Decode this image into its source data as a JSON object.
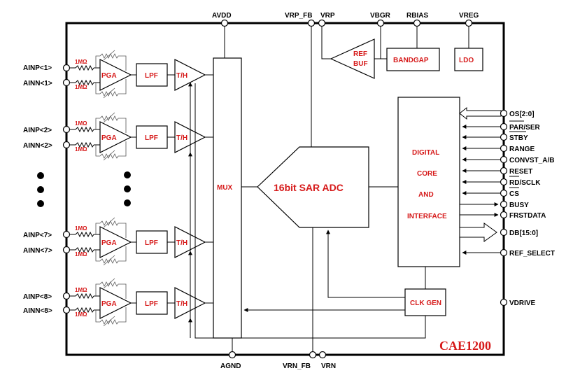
{
  "part_number": "CAE1200",
  "top_pins": {
    "avdd": "AVDD",
    "vrp_fb": "VRP_FB",
    "vrp": "VRP",
    "vbgr": "VBGR",
    "rbias": "RBIAS",
    "vreg": "VREG"
  },
  "bottom_pins": {
    "agnd": "AGND",
    "vrn_fb": "VRN_FB",
    "vrn": "VRN"
  },
  "left_pins": {
    "ainp1": "AINP<1>",
    "ainn1": "AINN<1>",
    "ainp2": "AINP<2>",
    "ainn2": "AINN<2>",
    "ainp7": "AINP<7>",
    "ainn7": "AINN<7>",
    "ainp8": "AINP<8>",
    "ainn8": "AINN<8>"
  },
  "right_pins": {
    "os": "OS[2:0]",
    "par_ser": "PAR/SER",
    "stby": "STBY",
    "range": "RANGE",
    "convst": "CONVST_A/B",
    "reset": "RESET",
    "rd_sclk": "RD/SCLK",
    "cs": "CS",
    "busy": "BUSY",
    "frstdata": "FRSTDATA",
    "db": "DB[15:0]",
    "ref_select": "REF_SELECT",
    "vdrive": "VDRIVE"
  },
  "blocks": {
    "resistor": "1MΩ",
    "pga": "PGA",
    "lpf": "LPF",
    "th": "T/H",
    "mux": "MUX",
    "adc": "16bit SAR ADC",
    "ref_buf_line1": "REF",
    "ref_buf_line2": "BUF",
    "bandgap": "BANDGAP",
    "ldo": "LDO",
    "digital_line1": "DIGITAL",
    "digital_line2": "CORE",
    "digital_line3": "AND",
    "digital_line4": "INTERFACE",
    "clk_gen": "CLK GEN"
  },
  "colors": {
    "accent": "#d61a1a",
    "line": "#000000"
  }
}
